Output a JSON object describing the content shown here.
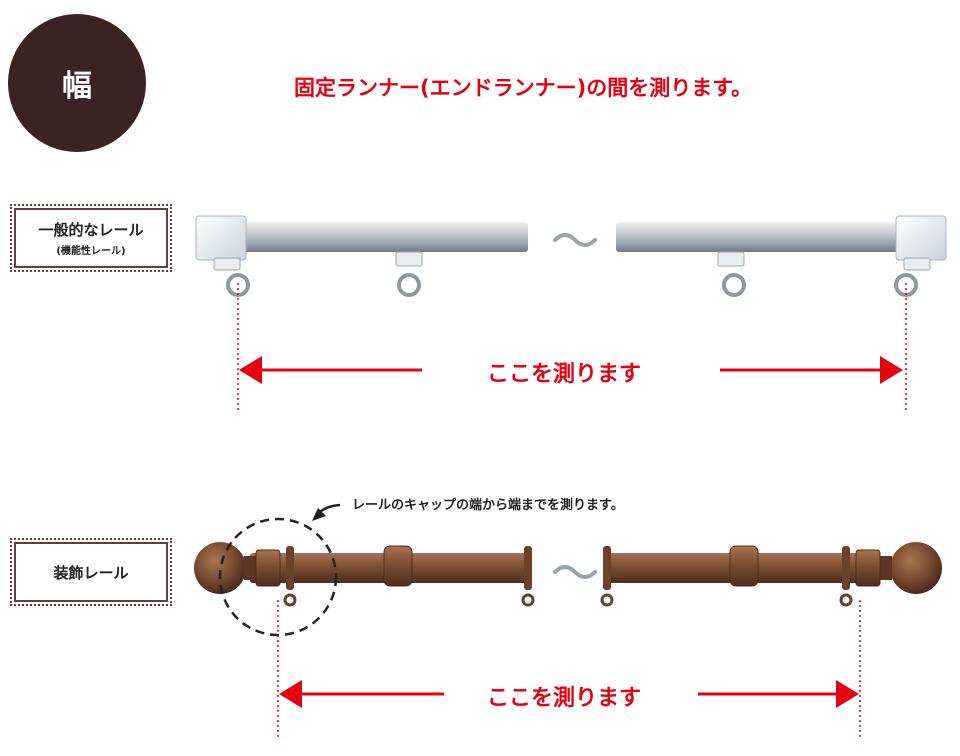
{
  "badge": {
    "label": "幅"
  },
  "headline": "固定ランナー(エンドランナー)の間を測ります。",
  "sections": {
    "standard": {
      "label_main": "一般的なレール",
      "label_sub": "(機能性レール)",
      "measure_text": "ここを測ります"
    },
    "decorative": {
      "label_main": "装飾レール",
      "note": "レールのキャップの端から端までを測ります。",
      "measure_text": "ここを測ります"
    }
  },
  "colors": {
    "accent_red": "#e60012",
    "badge_brown": "#3a2320",
    "rail_silver": "#b9c4cd",
    "rail_brown": "#7a4a32"
  }
}
